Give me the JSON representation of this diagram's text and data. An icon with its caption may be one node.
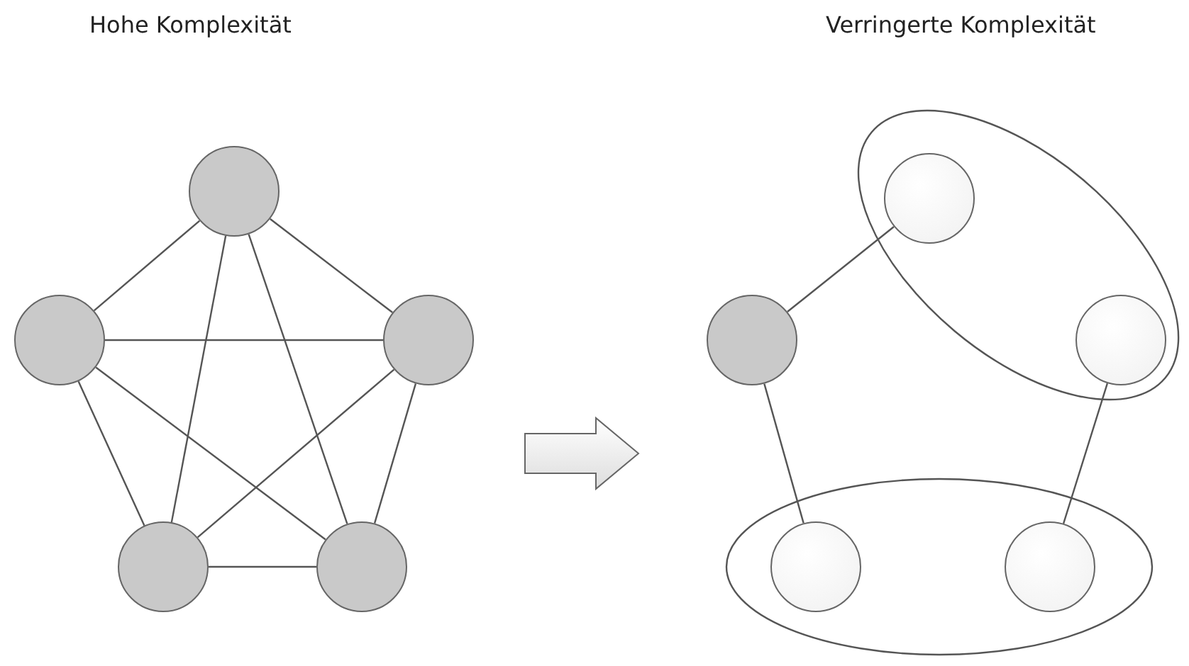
{
  "diagram": {
    "nodes": [
      {
        "text": [],
        "shape": "circle"
      },
      {
        "text": [],
        "shape": "circle"
      },
      {
        "text": [],
        "shape": "circle"
      },
      {
        "text": [],
        "shape": "circle"
      },
      {
        "text": [],
        "shape": "circle"
      },
      {
        "text": [],
        "shape": "circle"
      },
      {
        "text": [],
        "shape": "ellipse"
      },
      {
        "text": [],
        "shape": "circle",
        "in": 6
      },
      {
        "text": [],
        "shape": "circle",
        "in": 6
      },
      {
        "text": [],
        "shape": "ellipse"
      },
      {
        "text": [],
        "shape": "circle",
        "in": 9
      },
      {
        "text": [],
        "shape": "circle",
        "in": 9
      }
    ],
    "edges": [
      {
        "from": 0,
        "to": 1,
        "arrow": "none"
      },
      {
        "from": 0,
        "to": 2,
        "arrow": "none"
      },
      {
        "from": 0,
        "to": 3,
        "arrow": "none"
      },
      {
        "from": 0,
        "to": 4,
        "arrow": "none"
      },
      {
        "from": 1,
        "to": 2,
        "arrow": "none"
      },
      {
        "from": 1,
        "to": 3,
        "arrow": "none"
      },
      {
        "from": 1,
        "to": 4,
        "arrow": "none"
      },
      {
        "from": 2,
        "to": 3,
        "arrow": "none"
      },
      {
        "from": 2,
        "to": 4,
        "arrow": "none"
      },
      {
        "from": 3,
        "to": 4,
        "arrow": "none"
      },
      {
        "from": 5,
        "to": 7,
        "arrow": "none"
      },
      {
        "from": 5,
        "to": 10,
        "arrow": "none"
      },
      {
        "from": 8,
        "to": 11,
        "arrow": "none"
      }
    ],
    "labels": [
      "Hohe Komplexität",
      "Verringerte Komplexität"
    ]
  }
}
